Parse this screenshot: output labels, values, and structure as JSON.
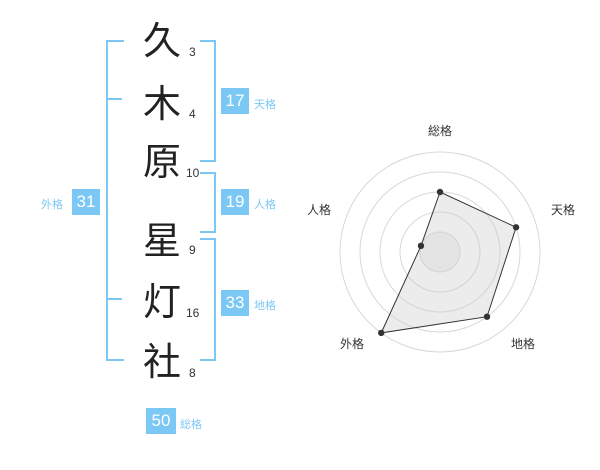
{
  "name_chars": [
    {
      "char": "久",
      "strokes": "3"
    },
    {
      "char": "木",
      "strokes": "4"
    },
    {
      "char": "原",
      "strokes": "10"
    },
    {
      "char": "星",
      "strokes": "9"
    },
    {
      "char": "灯",
      "strokes": "16"
    },
    {
      "char": "社",
      "strokes": "8"
    }
  ],
  "fortunes": {
    "tenkaku": {
      "value": "17",
      "label": "天格"
    },
    "jinkaku": {
      "value": "19",
      "label": "人格"
    },
    "chikaku": {
      "value": "33",
      "label": "地格"
    },
    "gaikaku": {
      "value": "31",
      "label": "外格"
    },
    "soukaku": {
      "value": "50",
      "label": "総格"
    }
  },
  "colors": {
    "accent": "#7cc8f4",
    "text": "#222222"
  },
  "chart_data": {
    "type": "radar",
    "axes": [
      "総格",
      "天格",
      "地格",
      "外格",
      "人格"
    ],
    "values": [
      3,
      4,
      4,
      5,
      1
    ],
    "max": 5
  }
}
